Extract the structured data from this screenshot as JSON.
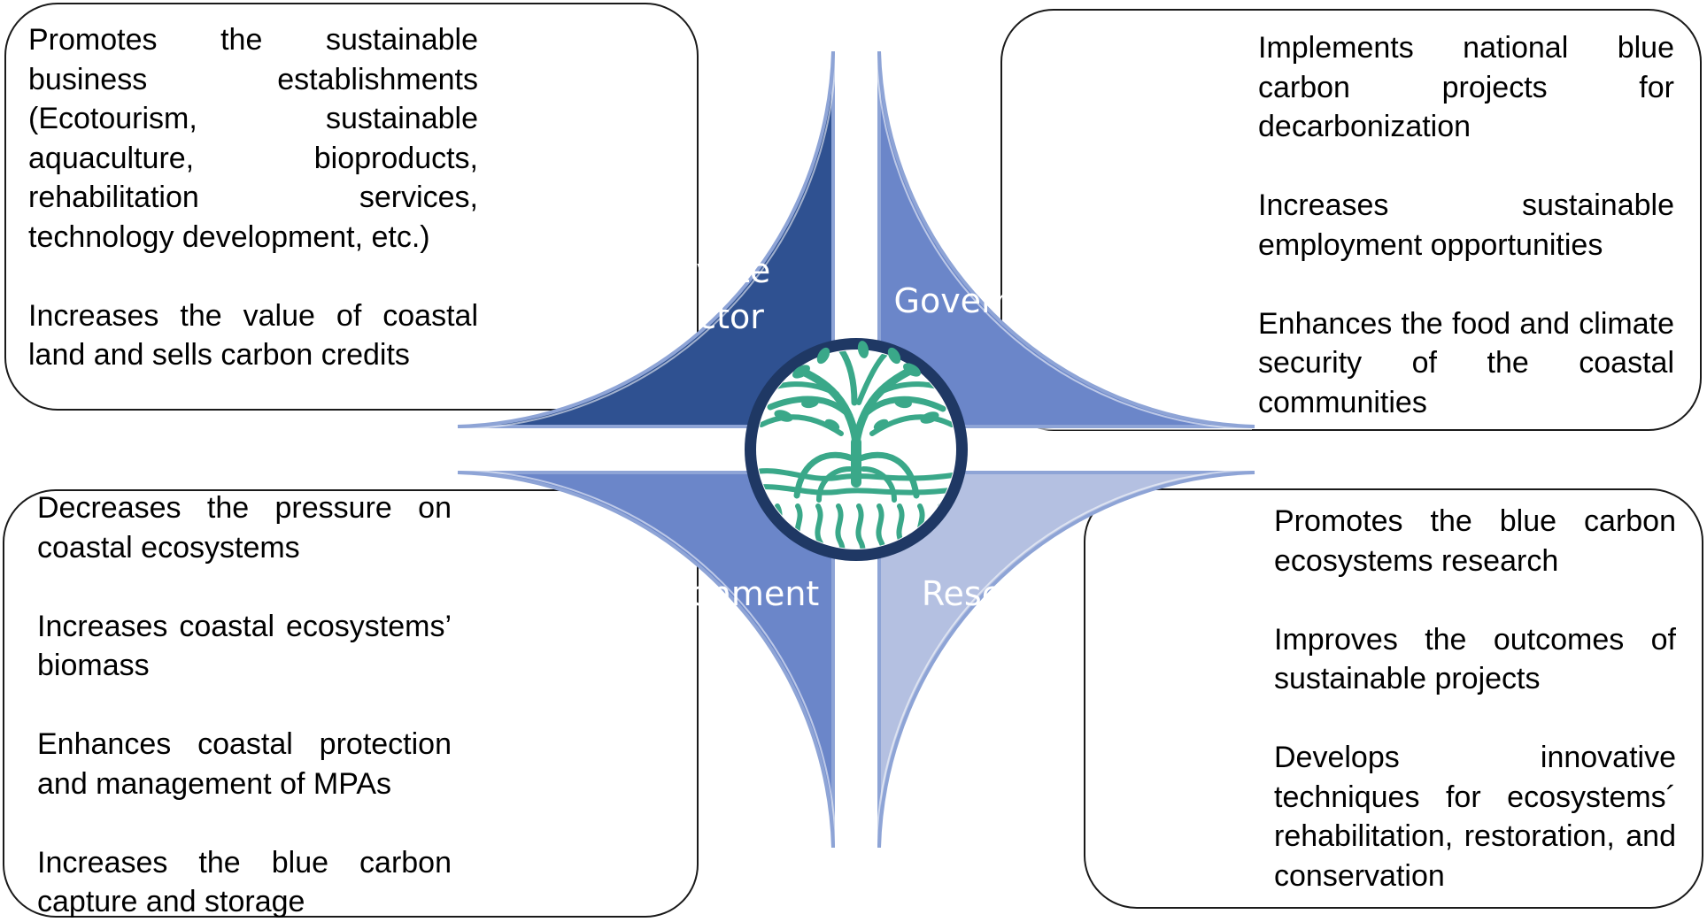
{
  "colors": {
    "private_sector": "#2f5191",
    "government": "#6b86c9",
    "environment": "#6b86c9",
    "research": "#b4c0e1",
    "logo_ring": "#1f3864",
    "logo_green": "#3aa889",
    "box_border": "#1a1a1a"
  },
  "center_logo": {
    "icon": "mangrove-tree-logo"
  },
  "quadrants": [
    {
      "id": "private-sector",
      "label_lines": [
        "Private",
        "sector"
      ],
      "paragraphs": [
        "Promotes the sustainable business establishments (Ecotourism, sustainable aquaculture, bioproducts, rehabilitation services, technology development, etc.)",
        "Increases the value of coastal land and sells carbon credits"
      ]
    },
    {
      "id": "government",
      "label_lines": [
        "Government"
      ],
      "paragraphs": [
        "Implements national blue carbon projects for decarbonization",
        "Increases sustainable employment opportunities",
        "Enhances the food and climate security of the coastal communities"
      ]
    },
    {
      "id": "environment",
      "label_lines": [
        "Environment"
      ],
      "paragraphs": [
        "Decreases the pressure on coastal ecosystems",
        "Increases coastal ecosystems’ biomass",
        "Enhances coastal protection and management of MPAs",
        "Increases the blue carbon capture and storage"
      ]
    },
    {
      "id": "research",
      "label_lines": [
        "Research"
      ],
      "paragraphs": [
        "Promotes the blue carbon ecosystems research",
        "Improves the outcomes of sustainable projects",
        "Develops innovative techniques for ecosystems´ rehabilitation, restoration, and conservation"
      ]
    }
  ]
}
